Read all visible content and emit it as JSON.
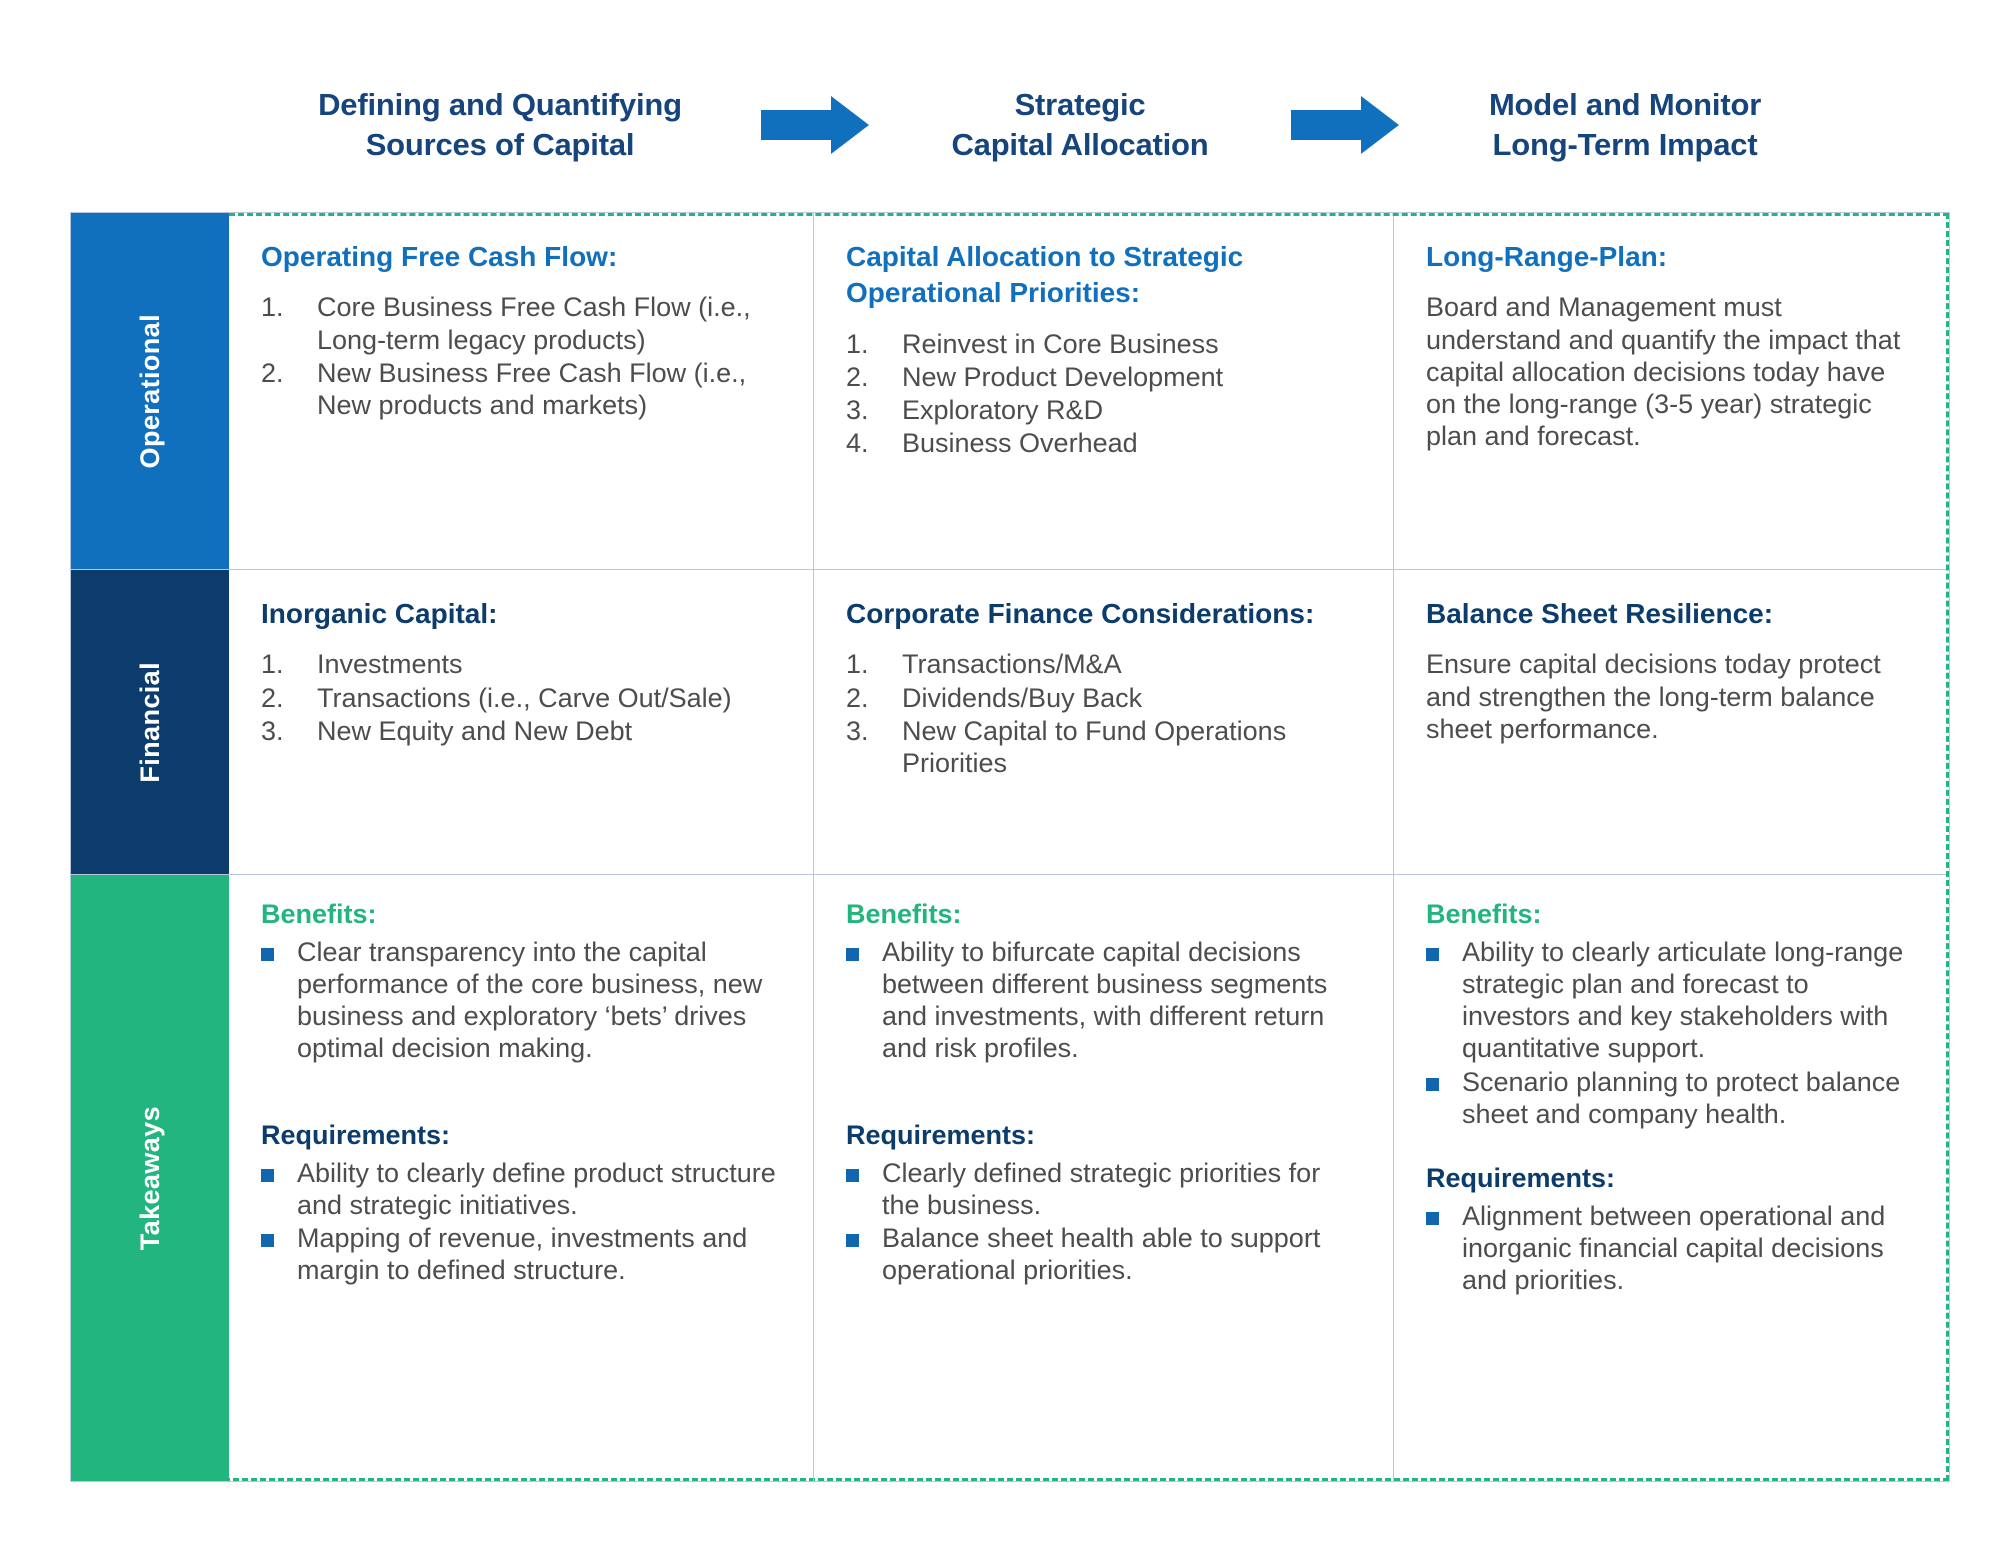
{
  "colors": {
    "operational_blue": "#1170bd",
    "financial_navy": "#0b3c6b",
    "takeaways_green": "#22b57e",
    "heading_blue": "#1170bd",
    "arrow_blue": "#1170bd",
    "bullet_blue": "#1166b0",
    "grid_line": "#b9c6e2",
    "body_text": "#4d4d4d"
  },
  "phases": [
    {
      "id": "phase-1",
      "line1": "Defining and Quantifying",
      "line2": "Sources of Capital"
    },
    {
      "id": "phase-2",
      "line1": "Strategic",
      "line2": "Capital Allocation"
    },
    {
      "id": "phase-3",
      "line1": "Model and Monitor",
      "line2": "Long-Term Impact"
    }
  ],
  "arrows": [
    {
      "id": "arrow-1",
      "icon": "right-arrow-icon"
    },
    {
      "id": "arrow-2",
      "icon": "right-arrow-icon"
    }
  ],
  "rows": {
    "operational": {
      "label": "Operational",
      "cells": {
        "c1": {
          "heading": "Operating Free Cash Flow:",
          "items": [
            {
              "num": "1.",
              "text": "Core Business Free Cash Flow (i.e., Long-term legacy products)"
            },
            {
              "num": "2.",
              "text": "New Business Free Cash Flow (i.e., New products and markets)"
            }
          ]
        },
        "c2": {
          "heading": "Capital Allocation to Strategic Operational Priorities:",
          "items": [
            {
              "num": "1.",
              "text": "Reinvest in Core Business"
            },
            {
              "num": "2.",
              "text": "New Product Development"
            },
            {
              "num": "3.",
              "text": "Exploratory R&D"
            },
            {
              "num": "4.",
              "text": "Business Overhead"
            }
          ]
        },
        "c3": {
          "heading": "Long-Range-Plan:",
          "paragraph": "Board and Management must understand and quantify the impact that capital allocation decisions today have on the long-range (3-5 year) strategic plan and forecast."
        }
      }
    },
    "financial": {
      "label": "Financial",
      "cells": {
        "c1": {
          "heading": "Inorganic Capital:",
          "items": [
            {
              "num": "1.",
              "text": "Investments"
            },
            {
              "num": "2.",
              "text": "Transactions (i.e., Carve Out/Sale)"
            },
            {
              "num": "3.",
              "text": "New Equity and New Debt"
            }
          ]
        },
        "c2": {
          "heading": "Corporate Finance Considerations:",
          "items": [
            {
              "num": "1.",
              "text": "Transactions/M&A"
            },
            {
              "num": "2.",
              "text": "Dividends/Buy Back"
            },
            {
              "num": "3.",
              "text": "New Capital to Fund Operations Priorities"
            }
          ]
        },
        "c3": {
          "heading": "Balance Sheet Resilience:",
          "paragraph": "Ensure capital decisions today protect and strengthen the long-term balance sheet performance."
        }
      }
    },
    "takeaways": {
      "label": "Takeaways",
      "cells": {
        "c1": {
          "benefits_heading": "Benefits:",
          "benefits": [
            "Clear transparency into the capital performance of the core business, new business and exploratory ‘bets’ drives  optimal decision making."
          ],
          "requirements_heading": "Requirements:",
          "requirements": [
            "Ability to clearly define product structure and strategic initiatives.",
            "Mapping of revenue, investments and margin to defined structure."
          ]
        },
        "c2": {
          "benefits_heading": "Benefits:",
          "benefits": [
            "Ability to bifurcate capital decisions between different business segments and investments, with different return and risk profiles."
          ],
          "requirements_heading": "Requirements:",
          "requirements": [
            "Clearly defined strategic priorities for the business.",
            "Balance sheet health able to support operational priorities."
          ]
        },
        "c3": {
          "benefits_heading": "Benefits:",
          "benefits": [
            "Ability to clearly articulate long-range strategic plan and forecast to investors and key stakeholders with quantitative support.",
            "Scenario planning to protect balance sheet and company health."
          ],
          "requirements_heading": "Requirements:",
          "requirements": [
            "Alignment between operational and inorganic financial capital decisions and priorities."
          ]
        }
      }
    }
  }
}
